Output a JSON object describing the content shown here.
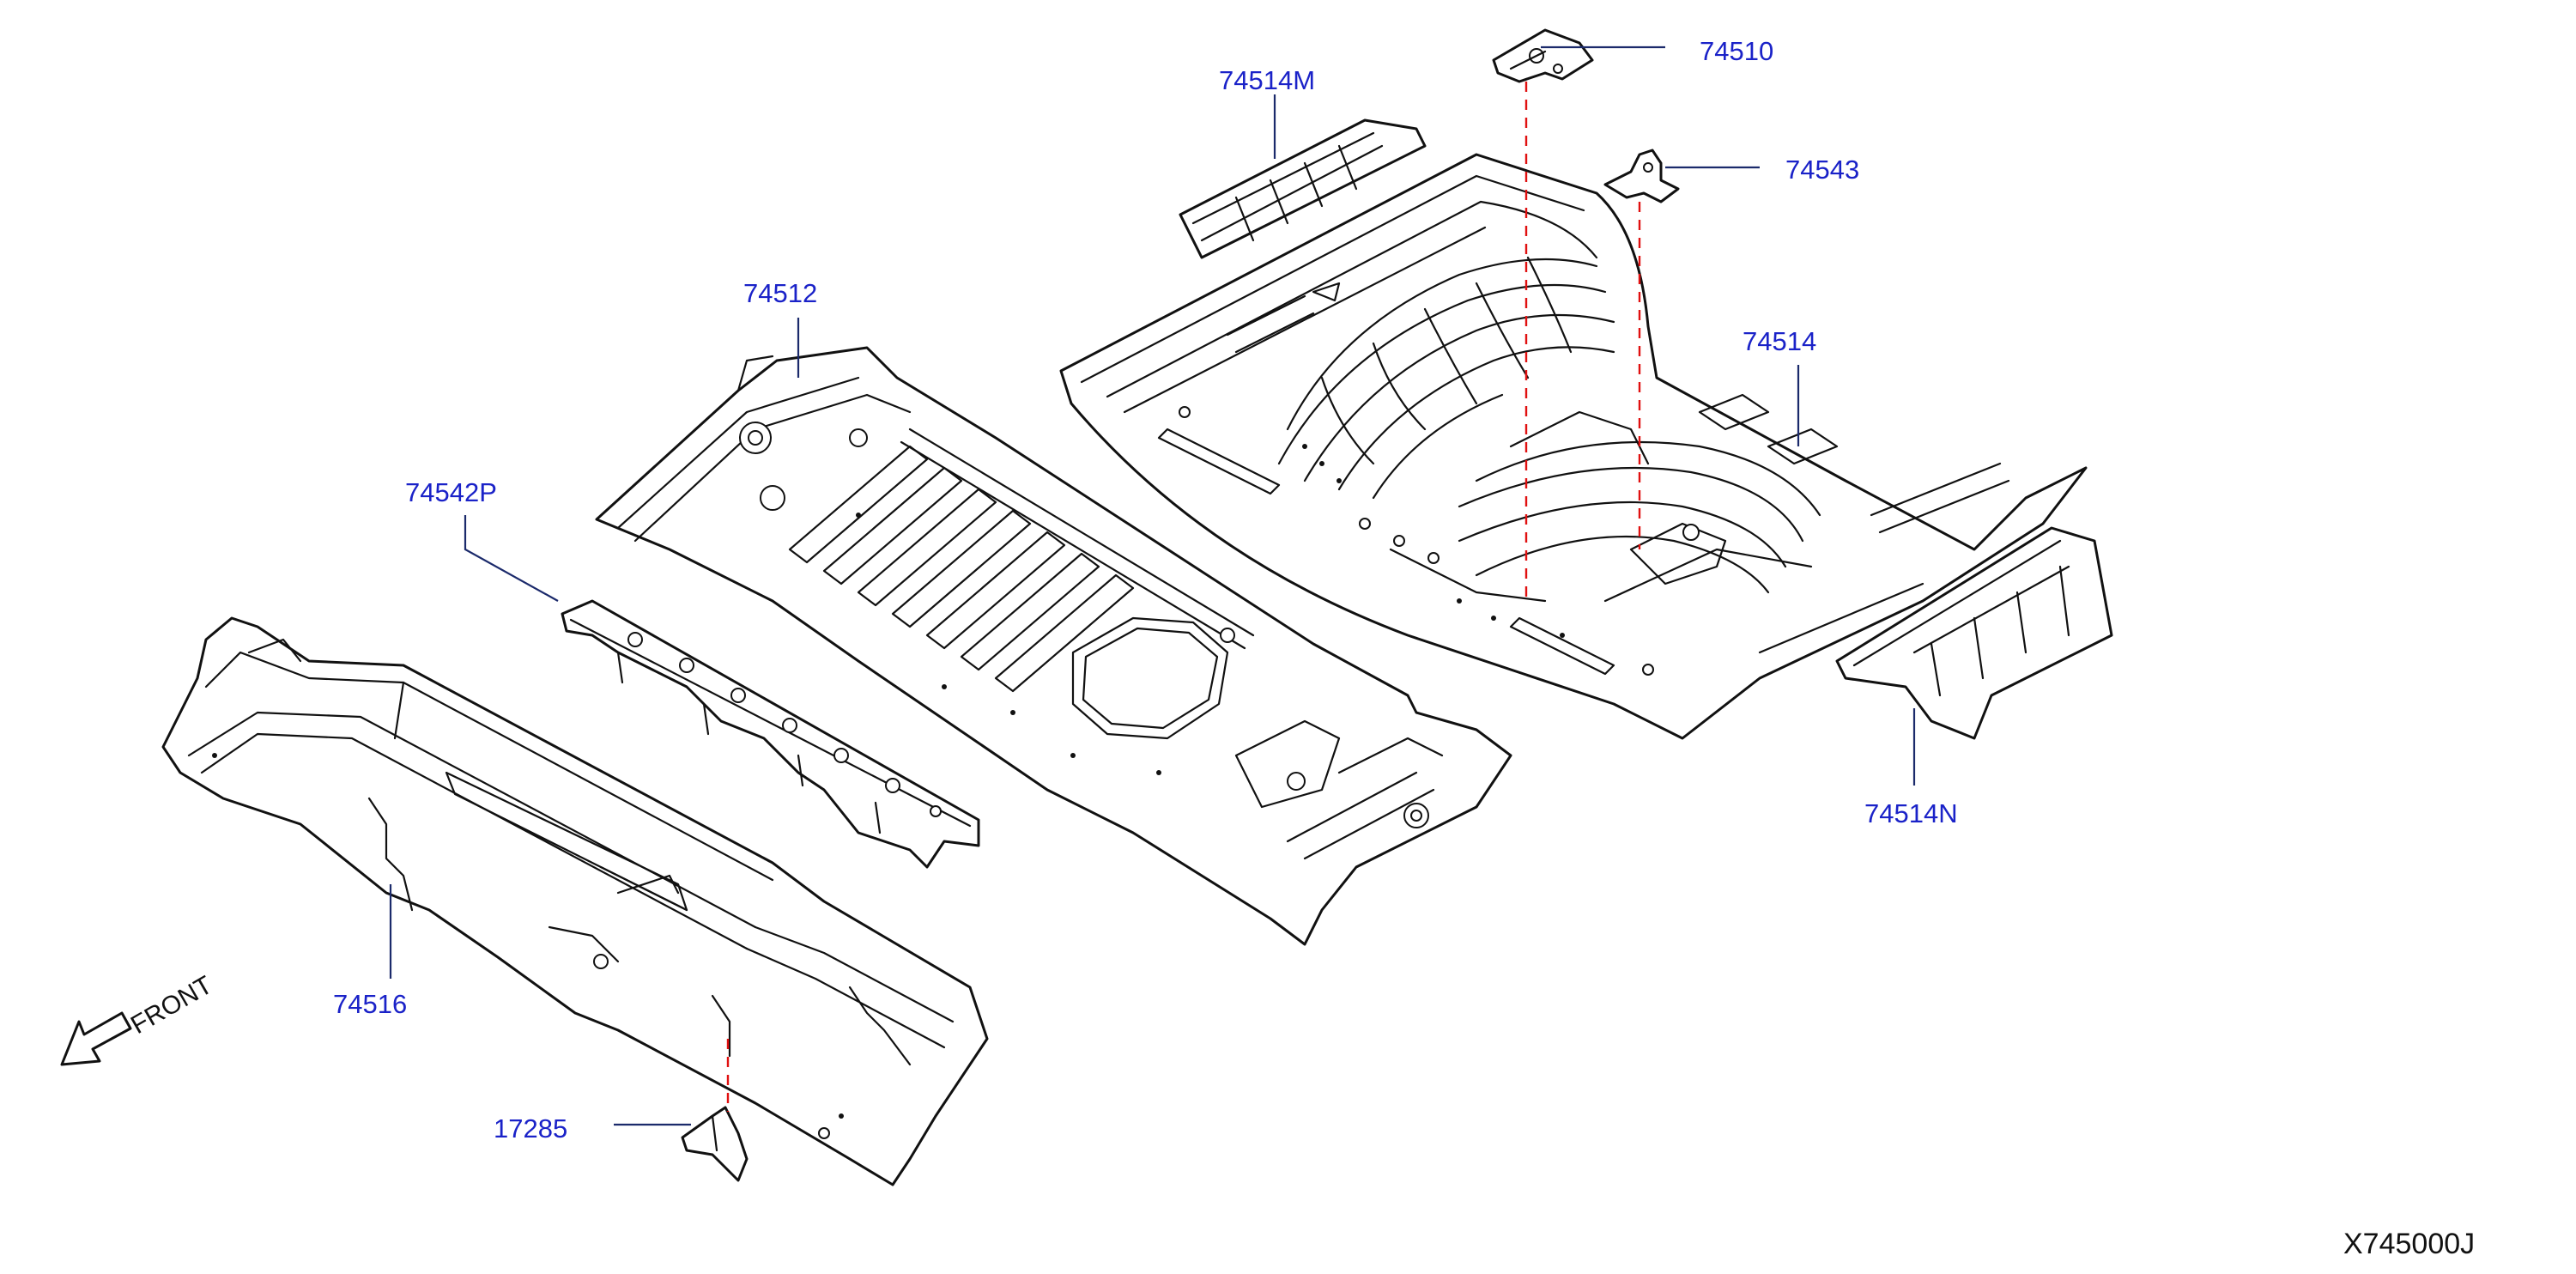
{
  "callouts": {
    "c74514M": "74514M",
    "c74510": "74510",
    "c74543": "74543",
    "c74512": "74512",
    "c74514": "74514",
    "c74542P": "74542P",
    "c74514N": "74514N",
    "c74516": "74516",
    "c17285": "17285"
  },
  "orientation": {
    "label": "FRONT",
    "icon": "front-arrow-icon"
  },
  "reference_code": "X745000J",
  "colors": {
    "callout": "#1a22c8",
    "leader": "#1b2a6b",
    "hidden_line": "#e01010",
    "line_art": "#111111"
  }
}
